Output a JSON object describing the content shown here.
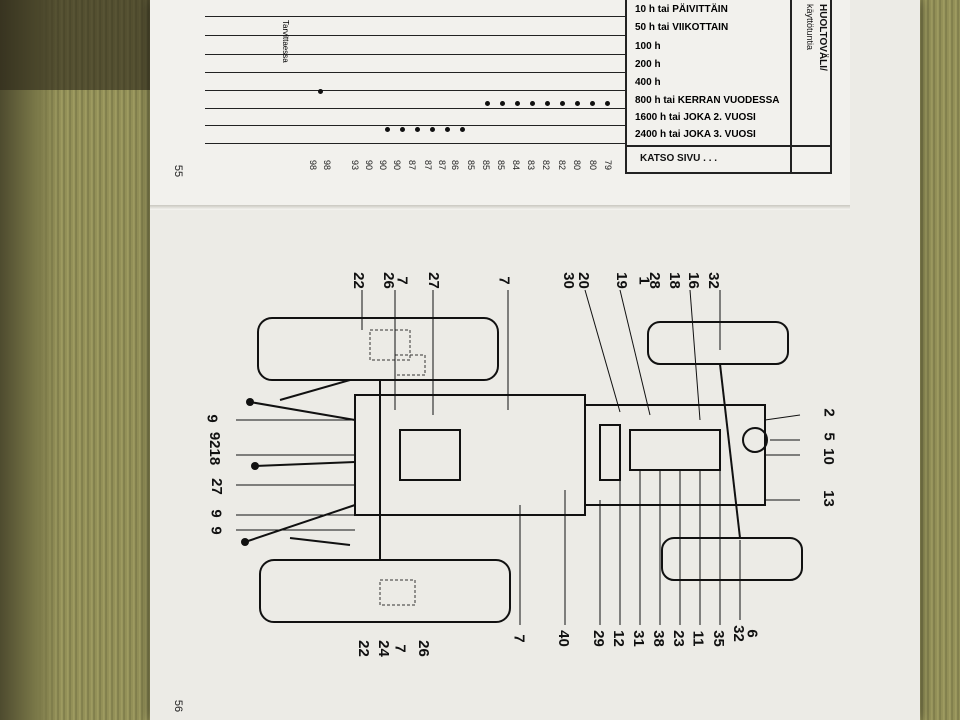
{
  "table": {
    "header_title": "HUOLTOVÄLI/",
    "header_subtitle": "käyttötuntia",
    "side_label": "Tarvittaessa",
    "rows": [
      {
        "label": "10 h tai PÄIVITTÄIN"
      },
      {
        "label": "50 h tai VIIKOTTAIN"
      },
      {
        "label": "100 h"
      },
      {
        "label": "200 h"
      },
      {
        "label": "400 h"
      },
      {
        "label": "800 h tai KERRAN VUODESSA"
      },
      {
        "label": "1600 h tai JOKA 2. VUOSI"
      },
      {
        "label": "2400 h tai JOKA 3. VUOSI"
      }
    ],
    "footer_label": "KATSO SIVU . . .",
    "page_refs": [
      "79",
      "80",
      "80",
      "82",
      "82",
      "83",
      "84",
      "85",
      "85",
      "85",
      "86",
      "87",
      "87",
      "87",
      "90",
      "90",
      "90",
      "93",
      "98",
      "98"
    ]
  },
  "pages": {
    "left_page": "55",
    "right_page": "56"
  },
  "callouts": {
    "top": [
      "22",
      "26",
      "7",
      "27",
      "7",
      "20",
      "30",
      "19",
      "28",
      "1",
      "18",
      "16",
      "32"
    ],
    "right": [
      "2",
      "5",
      "10",
      "13"
    ],
    "bottom": [
      "22",
      "24",
      "7",
      "26",
      "7",
      "40",
      "29",
      "12",
      "31",
      "38",
      "23",
      "11",
      "35",
      "32",
      "6"
    ],
    "left": [
      "9",
      "9218",
      "27",
      "9",
      "9"
    ]
  }
}
